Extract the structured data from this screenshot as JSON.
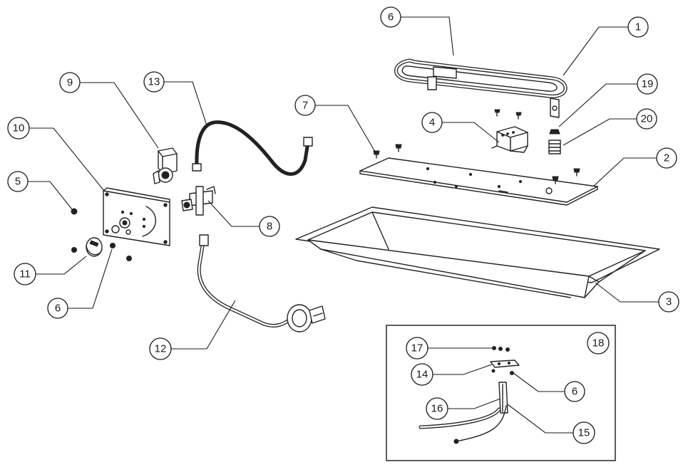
{
  "callouts": [
    {
      "id": "c1",
      "label": "1"
    },
    {
      "id": "c2",
      "label": "2"
    },
    {
      "id": "c3",
      "label": "3"
    },
    {
      "id": "c4",
      "label": "4"
    },
    {
      "id": "c5",
      "label": "5"
    },
    {
      "id": "c6a",
      "label": "6"
    },
    {
      "id": "c6b",
      "label": "6"
    },
    {
      "id": "c6c",
      "label": "6"
    },
    {
      "id": "c7",
      "label": "7"
    },
    {
      "id": "c8",
      "label": "8"
    },
    {
      "id": "c9",
      "label": "9"
    },
    {
      "id": "c10",
      "label": "10"
    },
    {
      "id": "c11",
      "label": "11"
    },
    {
      "id": "c12",
      "label": "12"
    },
    {
      "id": "c13",
      "label": "13"
    },
    {
      "id": "c14",
      "label": "14"
    },
    {
      "id": "c15",
      "label": "15"
    },
    {
      "id": "c16",
      "label": "16"
    },
    {
      "id": "c17",
      "label": "17"
    },
    {
      "id": "c18",
      "label": "18"
    },
    {
      "id": "c19",
      "label": "19"
    },
    {
      "id": "c20",
      "label": "20"
    }
  ]
}
